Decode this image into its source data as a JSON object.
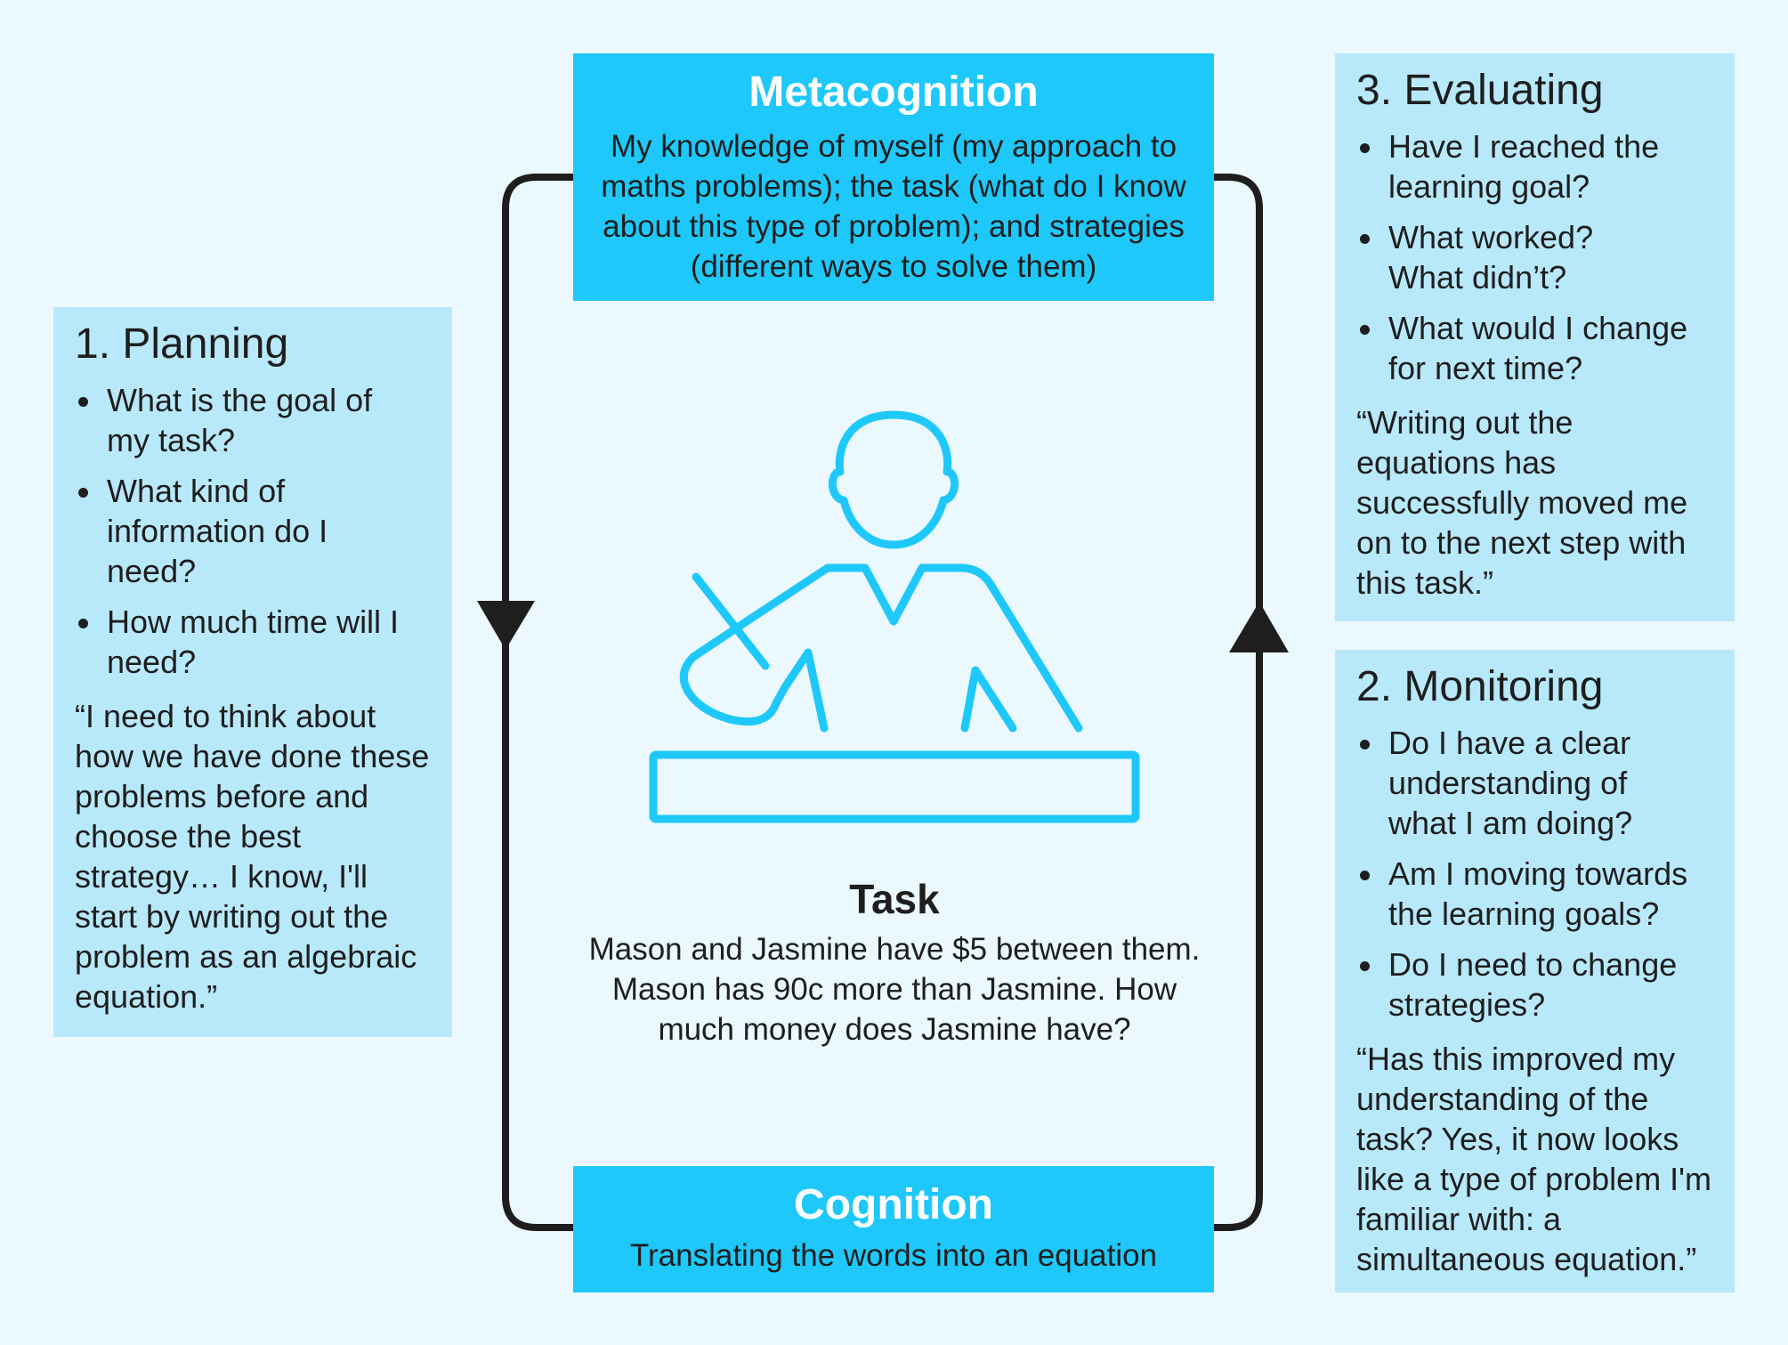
{
  "metacognition": {
    "title": "Metacognition",
    "description": "My knowledge of myself (my approach to maths problems); the task (what do I know about this type of problem); and strategies (different ways to solve them)"
  },
  "cognition": {
    "title": "Cognition",
    "description": "Translating the words into an equation"
  },
  "task": {
    "title": "Task",
    "text": "Mason and Jasmine have $5 between them. Mason has 90c more than Jasmine. How much money does Jasmine have?"
  },
  "planning": {
    "title": "1. Planning",
    "questions": [
      "What is the goal of my task?",
      "What kind of information do I need?",
      "How much time will I need?"
    ],
    "quote": "“I need to think about how we have done these problems before and choose the best strategy… I know, I'll start by writing out the problem as an algebraic equation.”"
  },
  "evaluating": {
    "title": "3. Evaluating",
    "questions": [
      "Have I reached the learning goal?",
      "What worked? What didn’t?",
      "What would I change for next time?"
    ],
    "quote": "“Writing out the equations has successfully moved me on to the next step with this task.”"
  },
  "monitoring": {
    "title": "2. Monitoring",
    "questions": [
      "Do I have a clear understanding of what I am doing?",
      "Am I moving towards the learning goals?",
      "Do I need to change strategies?"
    ],
    "quote": "“Has this improved my understanding of the task? Yes, it now looks like a type of problem I'm familiar with: a simultaneous equation.”"
  },
  "icons": {
    "central": "person-writing-at-desk-icon"
  },
  "colors": {
    "background": "#ebf8fd",
    "panel": "#b8e9fb",
    "accent": "#1ec8fa",
    "arrow": "#1e1e1e"
  }
}
